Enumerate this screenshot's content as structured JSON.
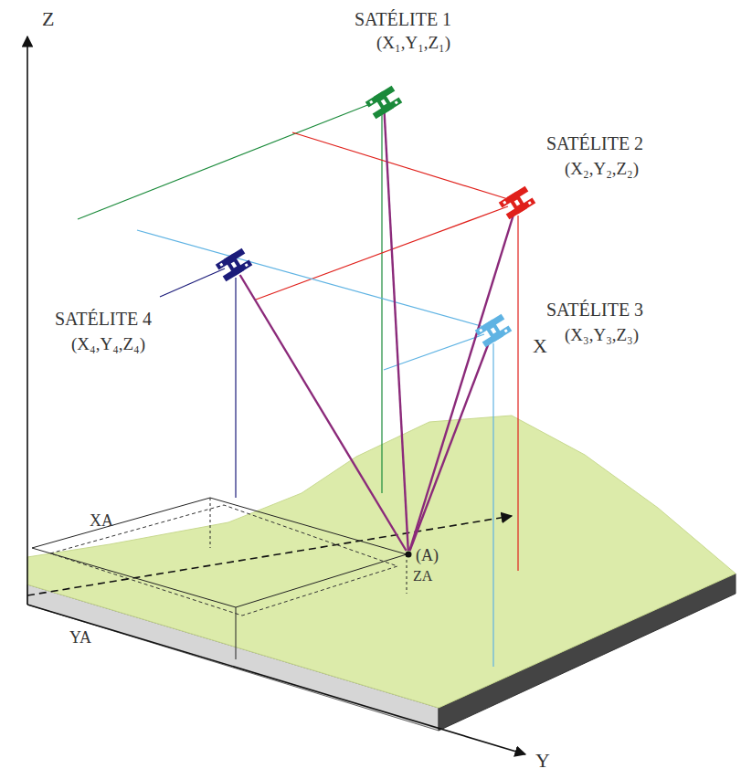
{
  "diagram": {
    "nodes": [
      {
        "text": [
          "SATÉLITE 1",
          "(X₁,Y₁,Z₁)"
        ]
      },
      {
        "text": [
          "SATÉLITE 2",
          "(X₂,Y₂,Z₂)"
        ]
      },
      {
        "text": [
          "SATÉLITE 3",
          "(X₃,Y₃,Z₃)"
        ]
      },
      {
        "text": [
          "SATÉLITE 4",
          "(X₄,Y₄,Z₄)"
        ]
      },
      {
        "text": [
          "(A)"
        ]
      }
    ],
    "edges": [
      {
        "from": 4,
        "to": 0,
        "arrow": "none"
      },
      {
        "from": 4,
        "to": 1,
        "arrow": "none"
      },
      {
        "from": 4,
        "to": 2,
        "arrow": "none"
      },
      {
        "from": 4,
        "to": 3,
        "arrow": "none"
      }
    ],
    "labels": [
      "Z",
      "X",
      "Y",
      "XA",
      "YA",
      "ZA"
    ]
  }
}
